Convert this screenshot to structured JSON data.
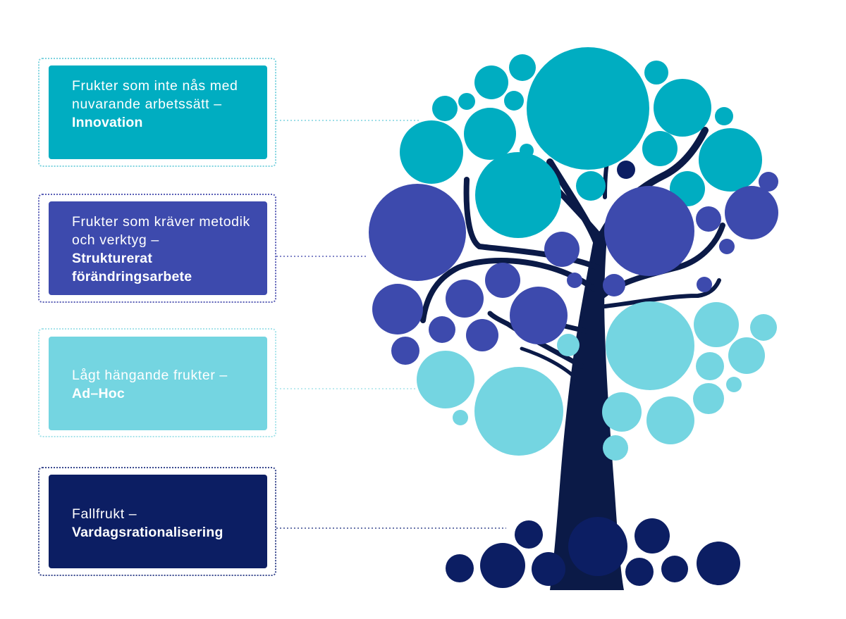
{
  "colors": {
    "innovation": "#00adc1",
    "structured": "#3d4aad",
    "adhoc": "#74d5e1",
    "fallfruit": "#0c1e63",
    "trunk": "#0b1a47"
  },
  "boxes": [
    {
      "text": "Frukter som inte nås med nuvarande arbetssätt –",
      "bold": "Innovation"
    },
    {
      "text": "Frukter som kräver metodik och verktyg –",
      "bold": "Strukturerat förändringsarbete"
    },
    {
      "text": "Lågt hängande frukter –",
      "bold": "Ad–Hoc"
    },
    {
      "text": "Fallfrukt –",
      "bold": "Vardagsrationalisering"
    }
  ]
}
